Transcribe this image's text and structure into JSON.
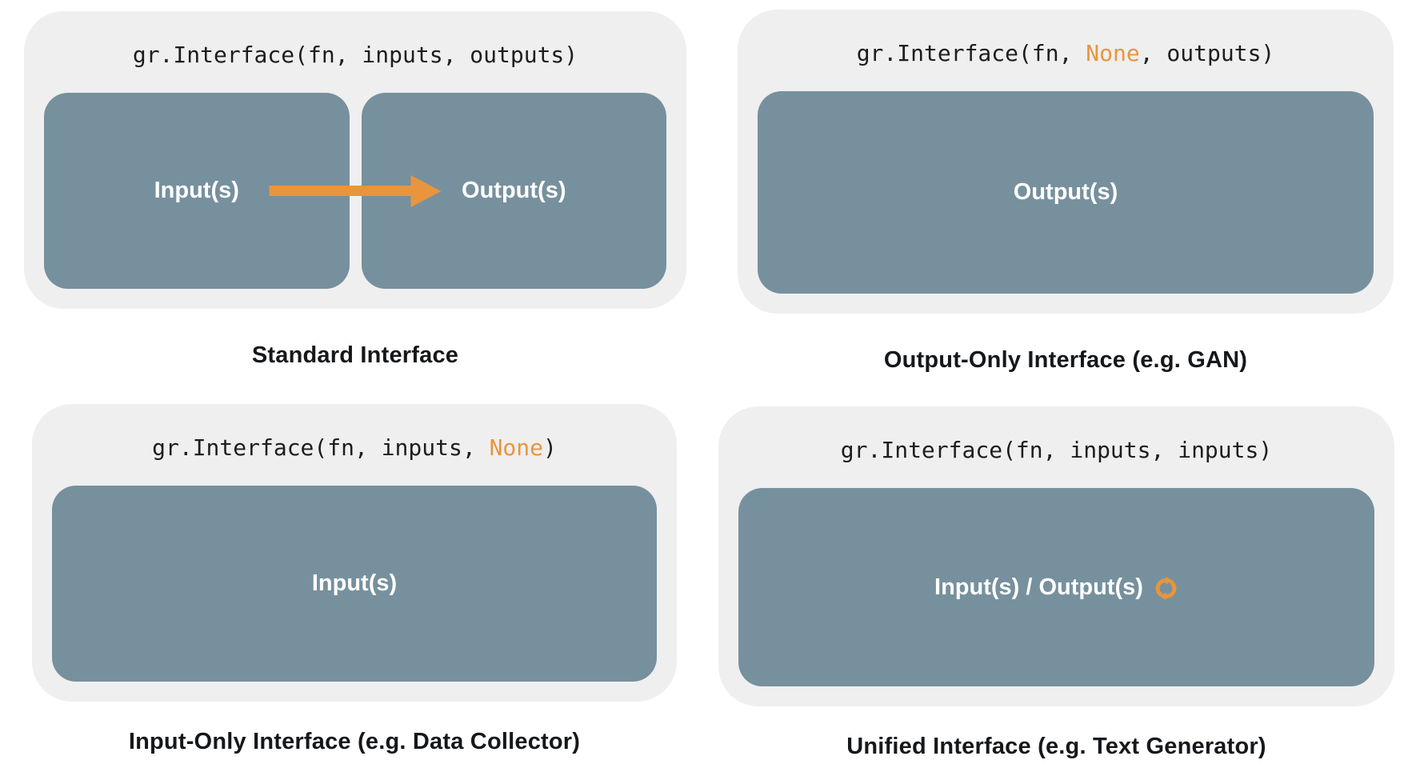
{
  "colors": {
    "accent_orange": "#E8953E",
    "box_slate": "#77909D",
    "panel_gray": "#EFEFEF",
    "text_dark": "#1d1d1d",
    "box_text": "#ffffff"
  },
  "icons": {
    "standard_flow": "arrow-right-icon",
    "unified_cycle": "sync-icon"
  },
  "panels": {
    "standard": {
      "code": {
        "pre": "gr.Interface(fn, inputs, outputs)",
        "hl": "",
        "post": ""
      },
      "input_box_label": "Input(s)",
      "output_box_label": "Output(s)",
      "caption": "Standard Interface"
    },
    "output_only": {
      "code": {
        "pre": "gr.Interface(fn, ",
        "hl": "None",
        "post": ", outputs)"
      },
      "box_label": "Output(s)",
      "caption": "Output-Only Interface (e.g. GAN)"
    },
    "input_only": {
      "code": {
        "pre": "gr.Interface(fn, inputs, ",
        "hl": "None",
        "post": ")"
      },
      "box_label": "Input(s)",
      "caption": "Input-Only Interface (e.g. Data Collector)"
    },
    "unified": {
      "code": {
        "pre": "gr.Interface(fn, inputs, inputs)",
        "hl": "",
        "post": ""
      },
      "box_label": "Input(s) / Output(s)",
      "caption": "Unified Interface (e.g. Text Generator)"
    }
  }
}
